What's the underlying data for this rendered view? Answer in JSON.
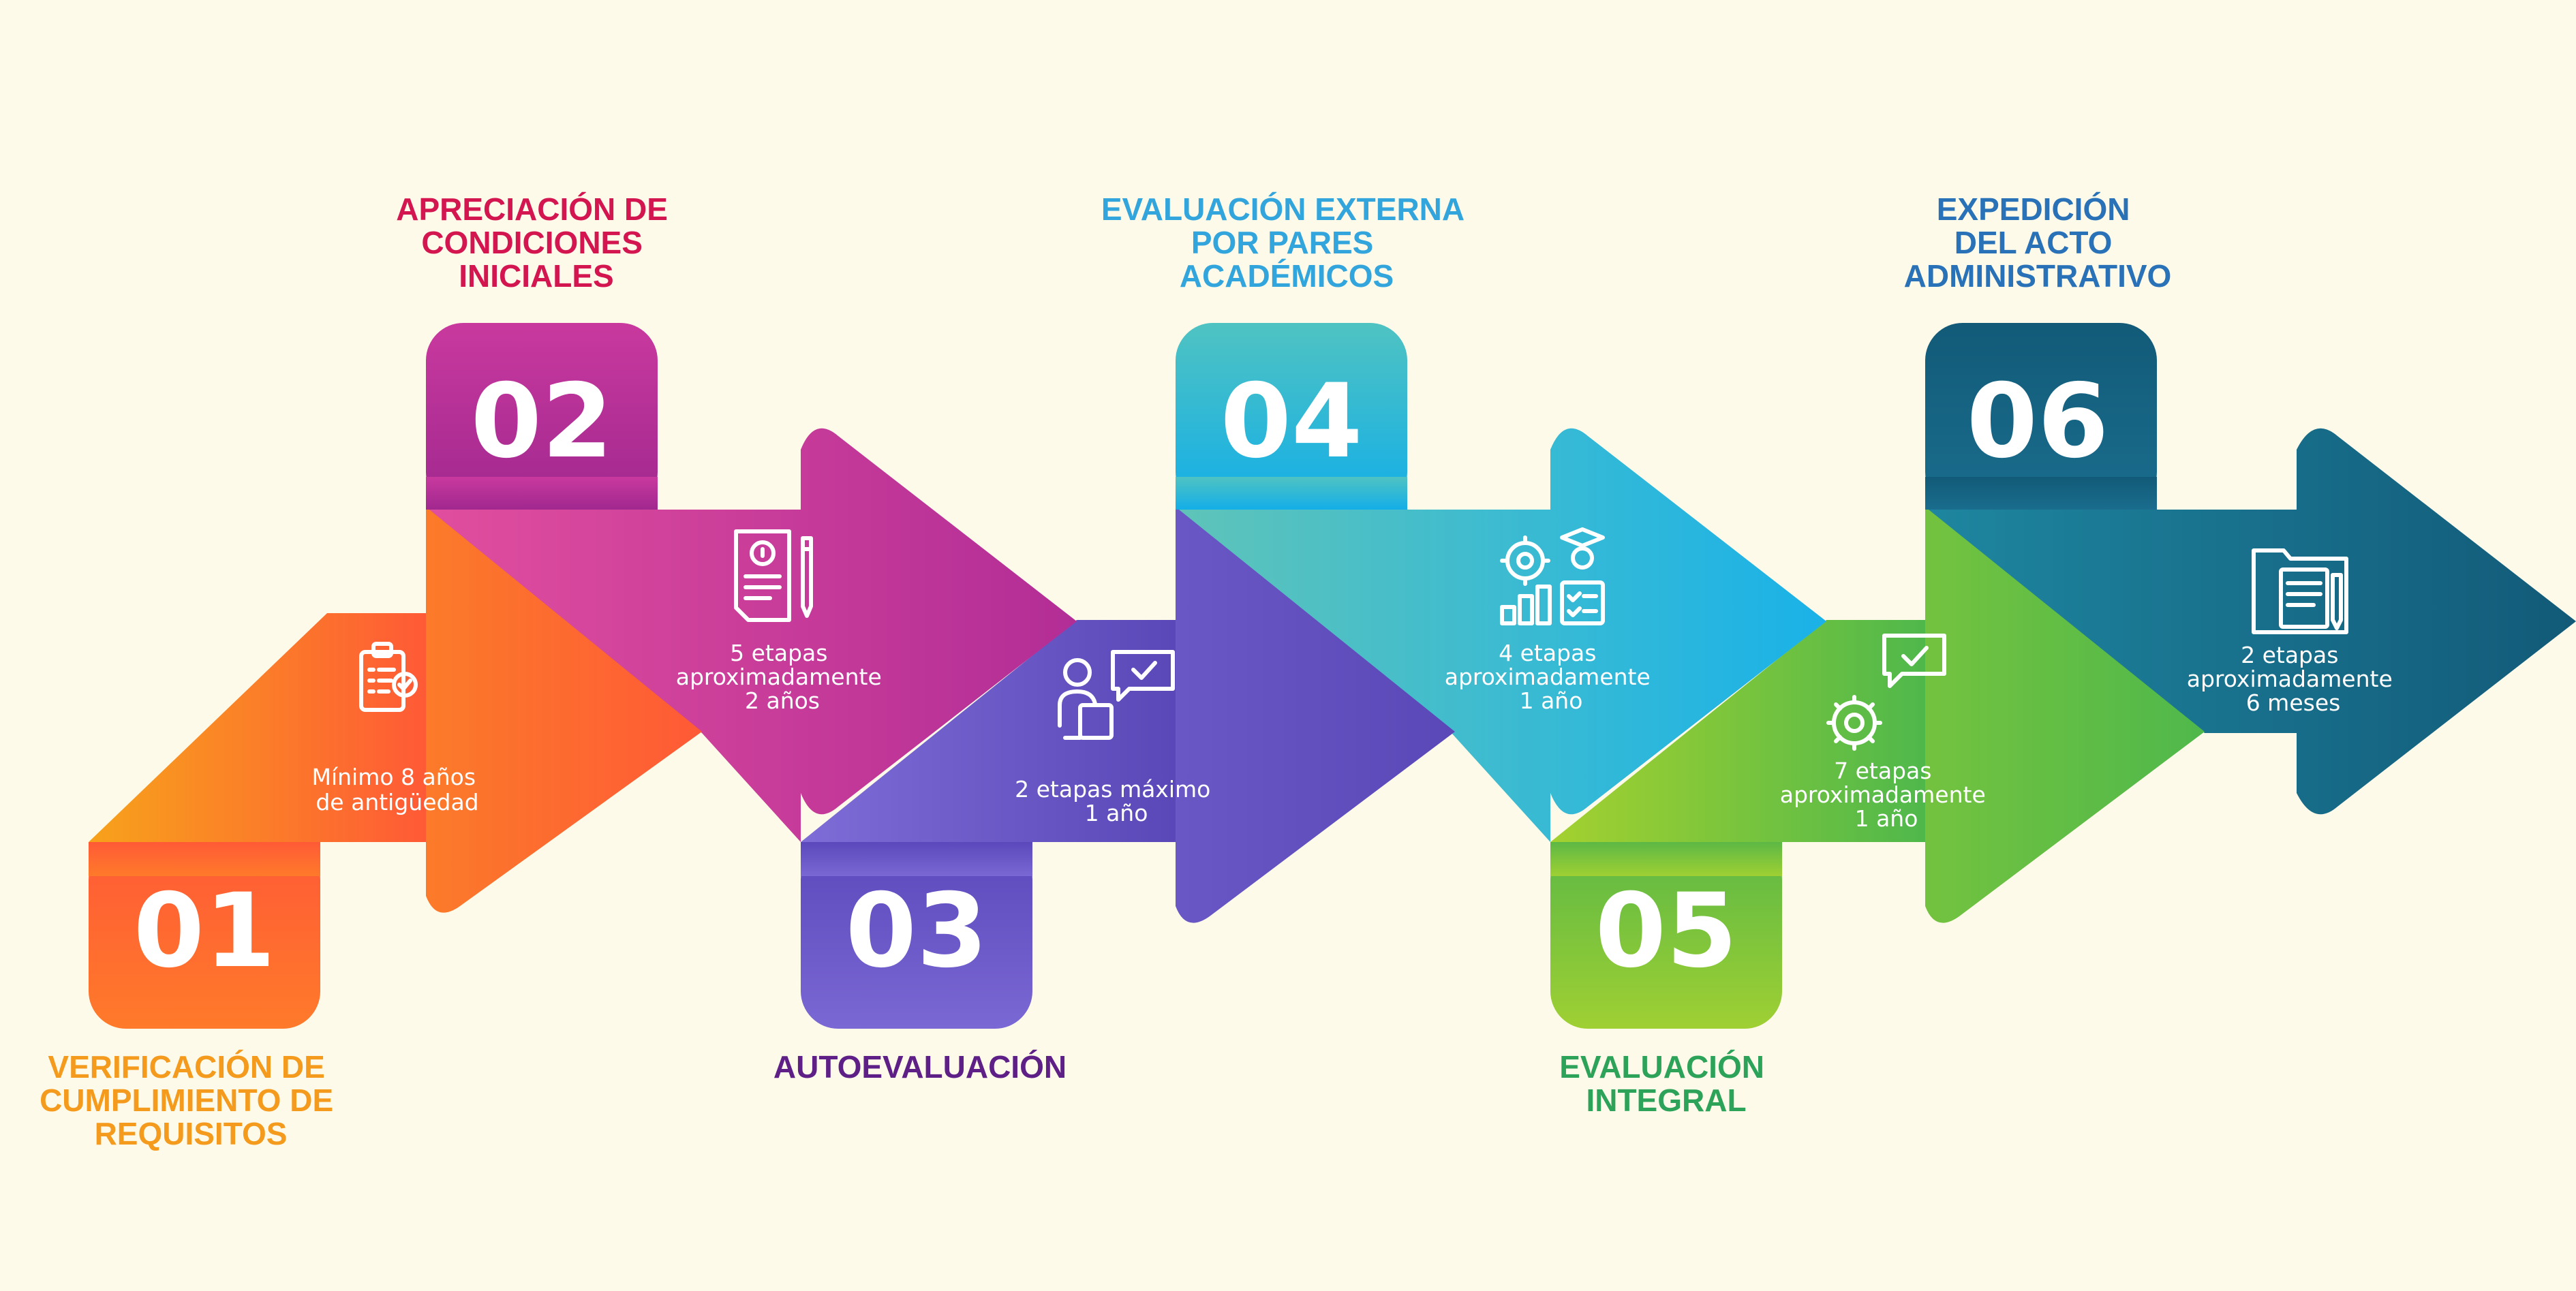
{
  "steps": [
    {
      "number": "01",
      "title": [
        "VERIFICACIÓN DE",
        "CUMPLIMIENTO DE",
        "REQUISITOS"
      ],
      "info": [
        "Mínimo 8 años",
        "de antigüedad"
      ],
      "icon": "clipboard-checklist-icon",
      "title_color": "#f49a1d",
      "colors": [
        "#f7a21b",
        "#ff5a36"
      ]
    },
    {
      "number": "02",
      "title": [
        "APRECIACIÓN DE",
        "CONDICIONES",
        "INICIALES"
      ],
      "info": [
        "5 etapas",
        "aproximadamente",
        "2 años"
      ],
      "icon": "document-pen-icon",
      "title_color": "#d31550",
      "colors": [
        "#e14e9e",
        "#b22d96"
      ]
    },
    {
      "number": "03",
      "title": [
        "AUTOEVALUACIÓN"
      ],
      "info": [
        "2 etapas máximo",
        "1 año"
      ],
      "icon": "person-reading-chat-icon",
      "title_color": "#5e1f87",
      "colors": [
        "#7e6cd7",
        "#5a48b8"
      ]
    },
    {
      "number": "04",
      "title": [
        "EVALUACIÓN EXTERNA",
        "POR PARES",
        "ACADÉMICOS"
      ],
      "info": [
        "4 etapas",
        "aproximadamente",
        "1 año"
      ],
      "icon": "gear-graduate-chart-icon",
      "title_color": "#33a5dd",
      "colors": [
        "#5fc4b9",
        "#1ab2e8"
      ]
    },
    {
      "number": "05",
      "title": [
        "EVALUACIÓN",
        "INTEGRAL"
      ],
      "info": [
        "7 etapas",
        "aproximadamente",
        "1 año"
      ],
      "icon": "gear-chat-check-icon",
      "title_color": "#2da35a",
      "colors": [
        "#a4d12f",
        "#4fb84b"
      ]
    },
    {
      "number": "06",
      "title": [
        "EXPEDICIÓN",
        "DEL ACTO",
        "ADMINISTRATIVO"
      ],
      "info": [
        "2 etapas",
        "aproximadamente",
        "6 meses"
      ],
      "icon": "folder-document-icon",
      "title_color": "#2a72b8",
      "colors": [
        "#1e86a0",
        "#125a78"
      ]
    }
  ]
}
